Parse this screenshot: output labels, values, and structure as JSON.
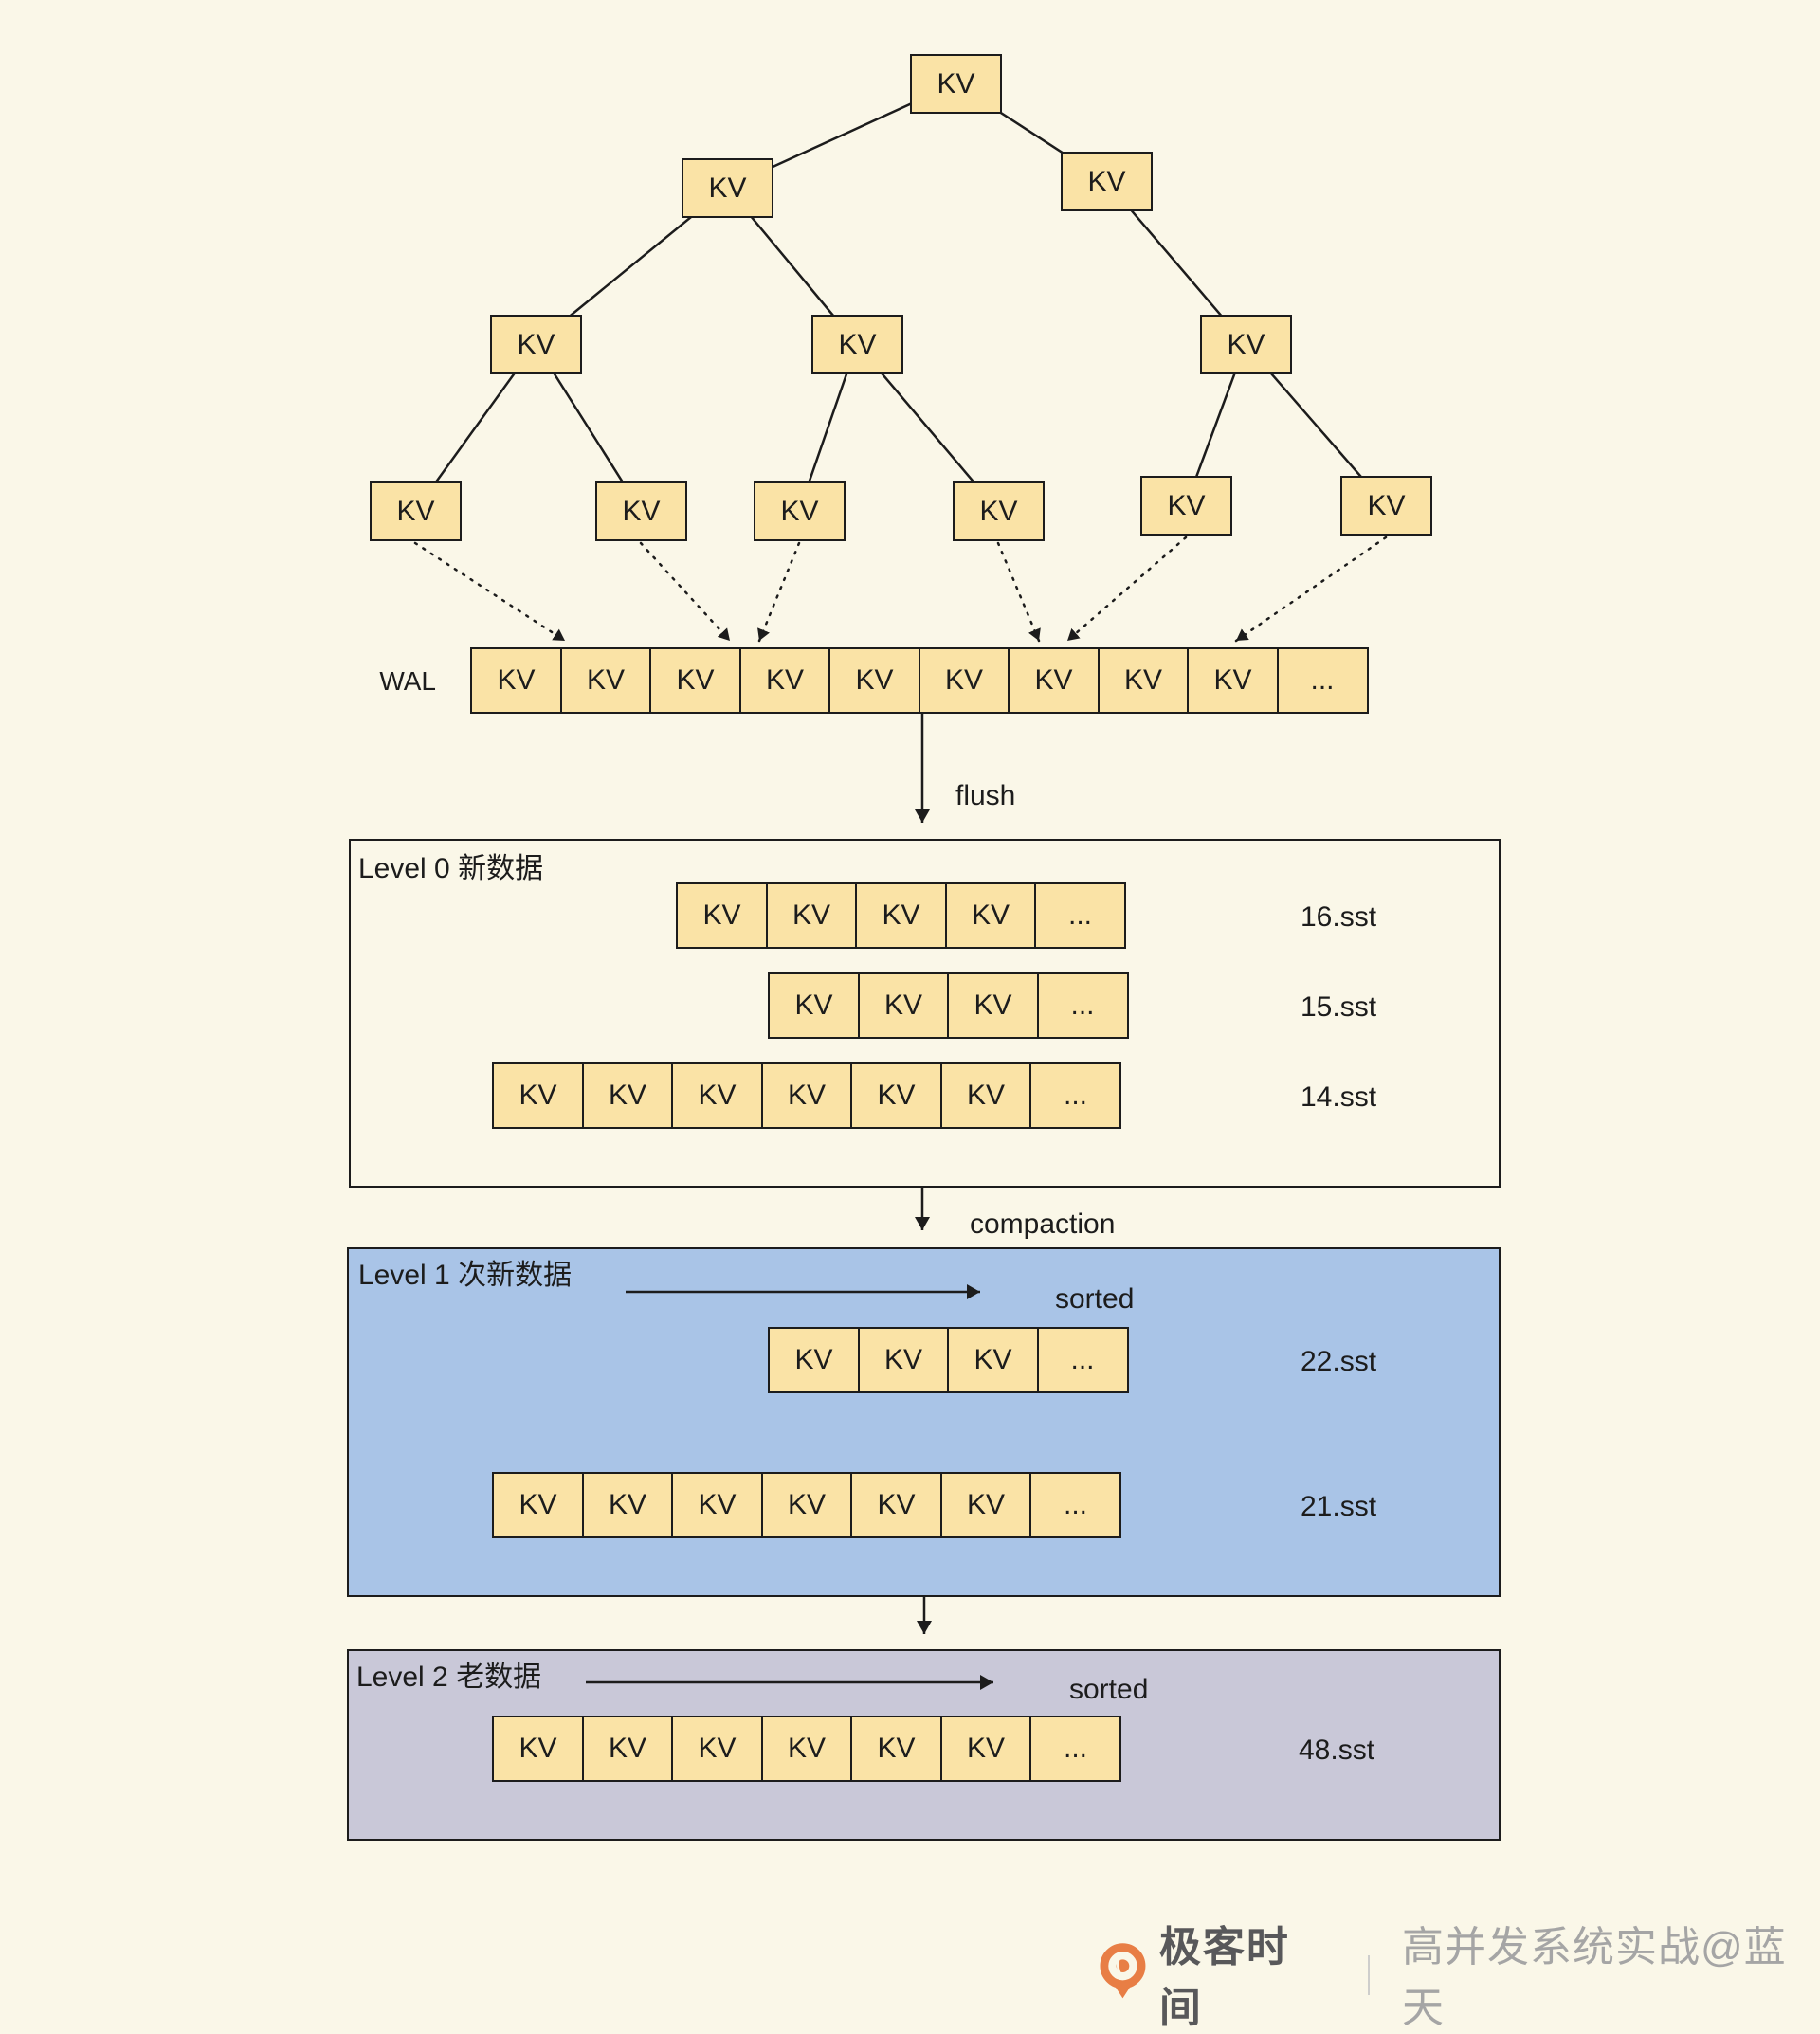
{
  "colors": {
    "background": "#faf7e8",
    "cell_fill": "#fae3a6",
    "cell_border": "#1c1c1c",
    "level1_fill": "#a9c4e7",
    "level2_fill": "#c9c8d8",
    "line": "#1c1c1c",
    "watermark_orange": "#e87e45",
    "watermark_brand_gray": "#58585a",
    "watermark_credit_gray": "#a5a5a5",
    "watermark_divider_gray": "#c9c9c9"
  },
  "tree": {
    "node_label": "KV"
  },
  "wal": {
    "label": "WAL",
    "cells": [
      "KV",
      "KV",
      "KV",
      "KV",
      "KV",
      "KV",
      "KV",
      "KV",
      "KV",
      "..."
    ]
  },
  "arrows": {
    "flush_label": "flush",
    "compaction_label": "compaction"
  },
  "level0": {
    "title": "Level 0 新数据",
    "rows": [
      {
        "cells": [
          "KV",
          "KV",
          "KV",
          "KV",
          "..."
        ],
        "label": "16.sst"
      },
      {
        "cells": [
          "KV",
          "KV",
          "KV",
          "..."
        ],
        "label": "15.sst"
      },
      {
        "cells": [
          "KV",
          "KV",
          "KV",
          "KV",
          "KV",
          "KV",
          "..."
        ],
        "label": "14.sst"
      }
    ]
  },
  "level1": {
    "title": "Level 1 次新数据",
    "sorted_label": "sorted",
    "rows": [
      {
        "cells": [
          "KV",
          "KV",
          "KV",
          "..."
        ],
        "label": "22.sst"
      },
      {
        "cells": [
          "KV",
          "KV",
          "KV",
          "KV",
          "KV",
          "KV",
          "..."
        ],
        "label": "21.sst"
      }
    ]
  },
  "level2": {
    "title": "Level 2 老数据",
    "sorted_label": "sorted",
    "rows": [
      {
        "cells": [
          "KV",
          "KV",
          "KV",
          "KV",
          "KV",
          "KV",
          "..."
        ],
        "label": "48.sst"
      }
    ]
  },
  "watermark": {
    "brand": "极客时间",
    "divider": "｜",
    "credit": "高并发系统实战@蓝天"
  }
}
